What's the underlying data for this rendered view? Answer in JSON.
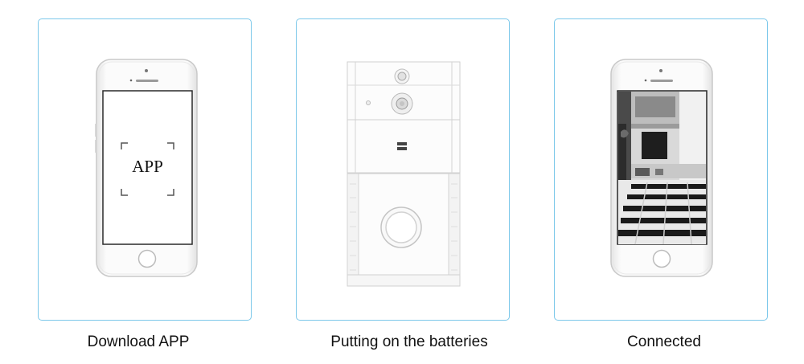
{
  "steps": [
    {
      "caption": "Download APP",
      "screen_text": "APP"
    },
    {
      "caption": "Putting on the batteries"
    },
    {
      "caption": "Connected"
    }
  ],
  "colors": {
    "panel_border": "#7cc8ea",
    "caption_text": "#111111"
  }
}
